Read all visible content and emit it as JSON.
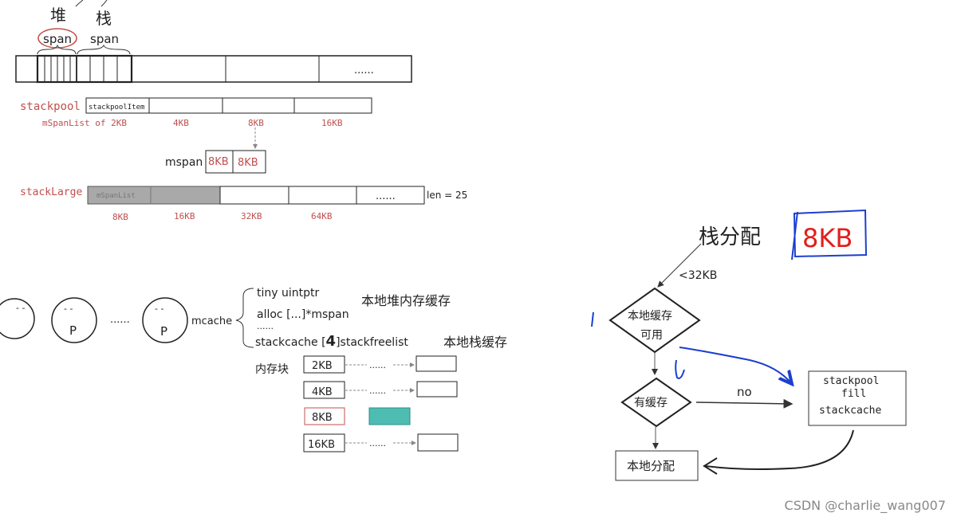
{
  "top_labels": {
    "heap_char": "堆",
    "stack_char": "栈",
    "span_left": "span",
    "span_right": "span",
    "dots": "......"
  },
  "stackpool": {
    "label": "stackpool",
    "item_label": "stackpoolItem",
    "sublabels": [
      "mSpanList of 2KB",
      "4KB",
      "8KB",
      "16KB"
    ]
  },
  "mspan_row": {
    "label": "mspan",
    "cells": [
      "8KB",
      "8KB"
    ]
  },
  "stacklarge": {
    "label": "stackLarge",
    "first_cell": "mSpanList",
    "dots": "......",
    "len_label": "len = 25",
    "sublabels": [
      "8KB",
      "16KB",
      "32KB",
      "64KB"
    ]
  },
  "goroutines": {
    "dots": "......",
    "face_letter": "P",
    "face_eyes": "- -"
  },
  "mcache": {
    "label": "mcache",
    "field_tiny": "tiny uintptr",
    "field_alloc": "alloc [...]*mspan",
    "field_dots": "......",
    "field_stackcache": "stackcache [",
    "field_stackcache_num": "4",
    "field_stackcache_tail": "]stackfreelist",
    "note_heap": "本地堆内存缓存",
    "note_stack": "本地栈缓存"
  },
  "mem_blocks": {
    "title": "内存块",
    "rows": [
      {
        "size": "2KB",
        "dots": "......",
        "highlight": false
      },
      {
        "size": "4KB",
        "dots": "......",
        "highlight": false
      },
      {
        "size": "8KB",
        "dots": "",
        "highlight": true
      },
      {
        "size": "16KB",
        "dots": "......",
        "highlight": false
      }
    ],
    "highlight_color": "#4fbcb2"
  },
  "flowchart": {
    "title": "栈分配",
    "size_badge": "8KB",
    "condition_label": "<32KB",
    "diamond1": [
      "本地缓存",
      "可用"
    ],
    "diamond2": "有缓存",
    "no_label": "no",
    "box_fill": [
      "stackpool",
      "fill",
      "stackcache"
    ],
    "box_alloc": "本地分配"
  },
  "watermark": {
    "text": "CSDN @charlie_wang007"
  },
  "colors": {
    "red": "#c0504d",
    "blue": "#1c3fcf",
    "ink": "#222222"
  }
}
